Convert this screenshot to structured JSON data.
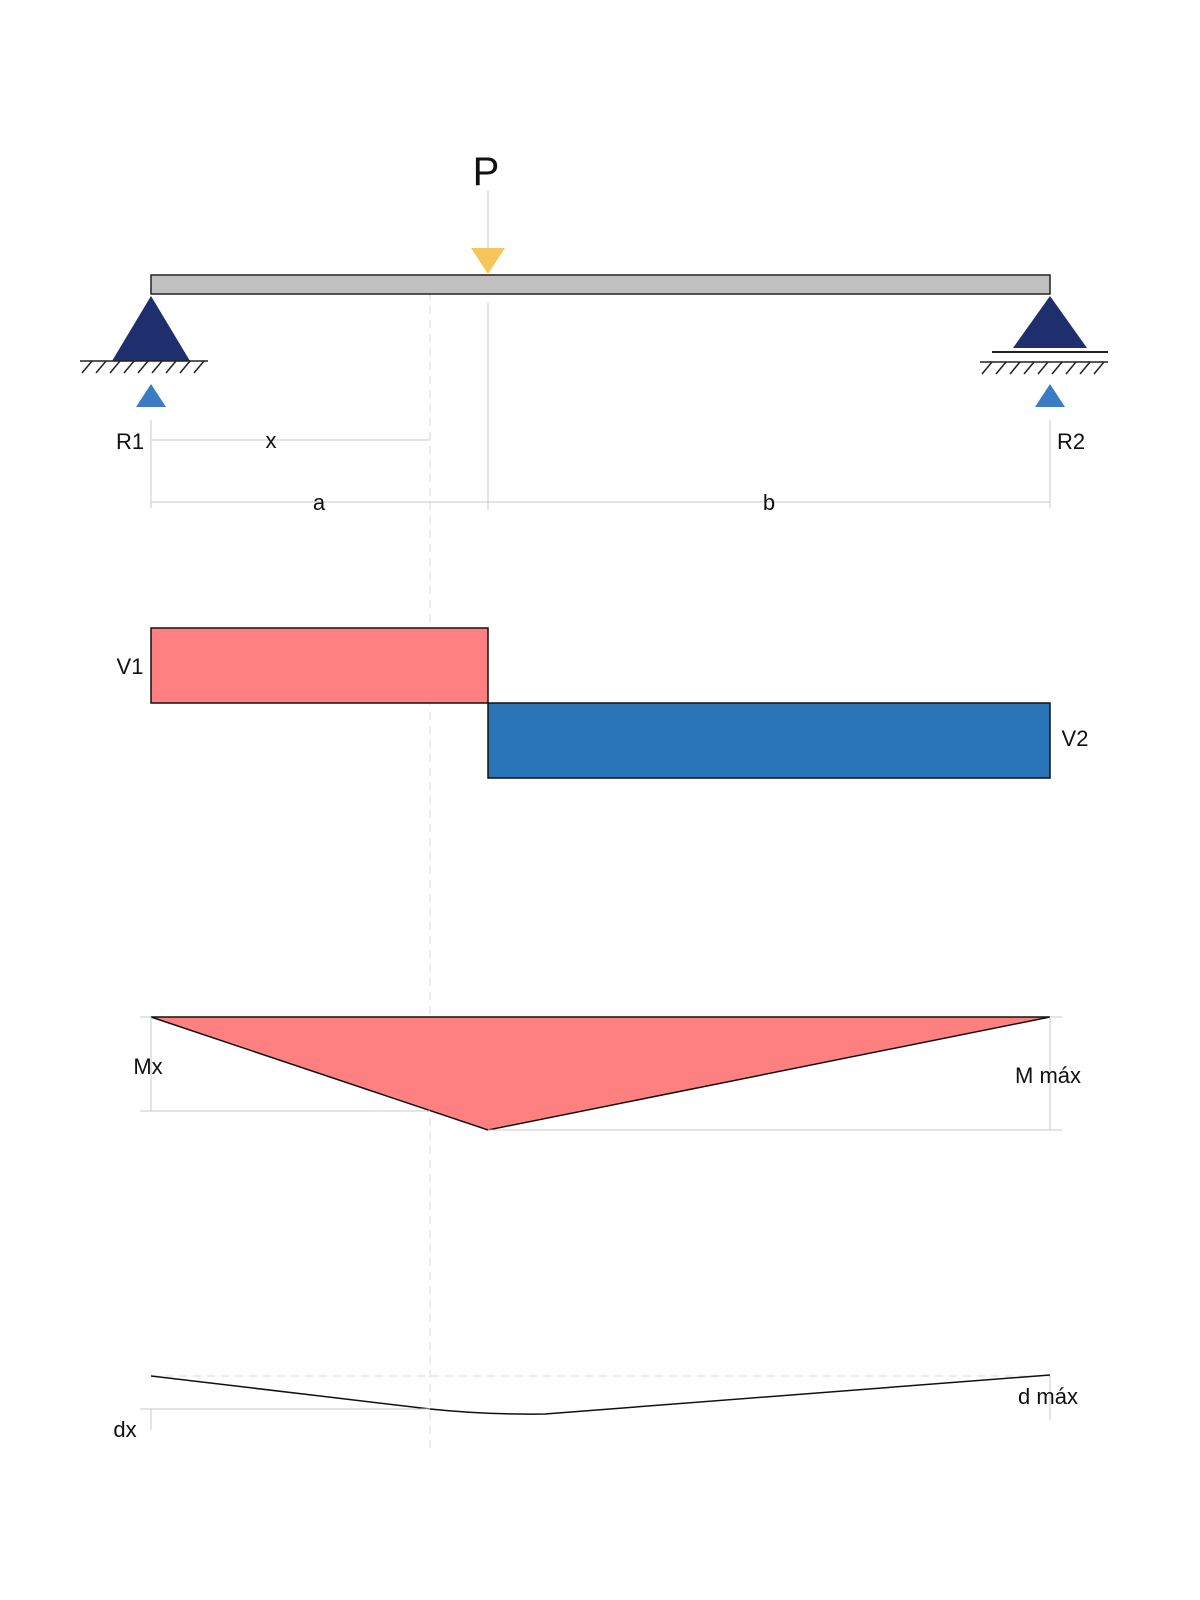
{
  "load": {
    "label": "P"
  },
  "reactions": {
    "left_label": "R1",
    "right_label": "R2"
  },
  "dimensions": {
    "x_label": "x",
    "a_label": "a",
    "b_label": "b"
  },
  "shear": {
    "v1_label": "V1",
    "v2_label": "V2"
  },
  "moment": {
    "mx_label": "Mx",
    "mmax_label": "M máx"
  },
  "deflection": {
    "dx_label": "dx",
    "dmax_label": "d máx"
  },
  "colors": {
    "beam": "#c0c0c0",
    "support": "#1f2f6e",
    "reaction_arrow": "#3a7cc4",
    "load_arrow": "#f7c65a",
    "positive_fill": "#ff8080",
    "negative_fill": "#2a74b8"
  }
}
